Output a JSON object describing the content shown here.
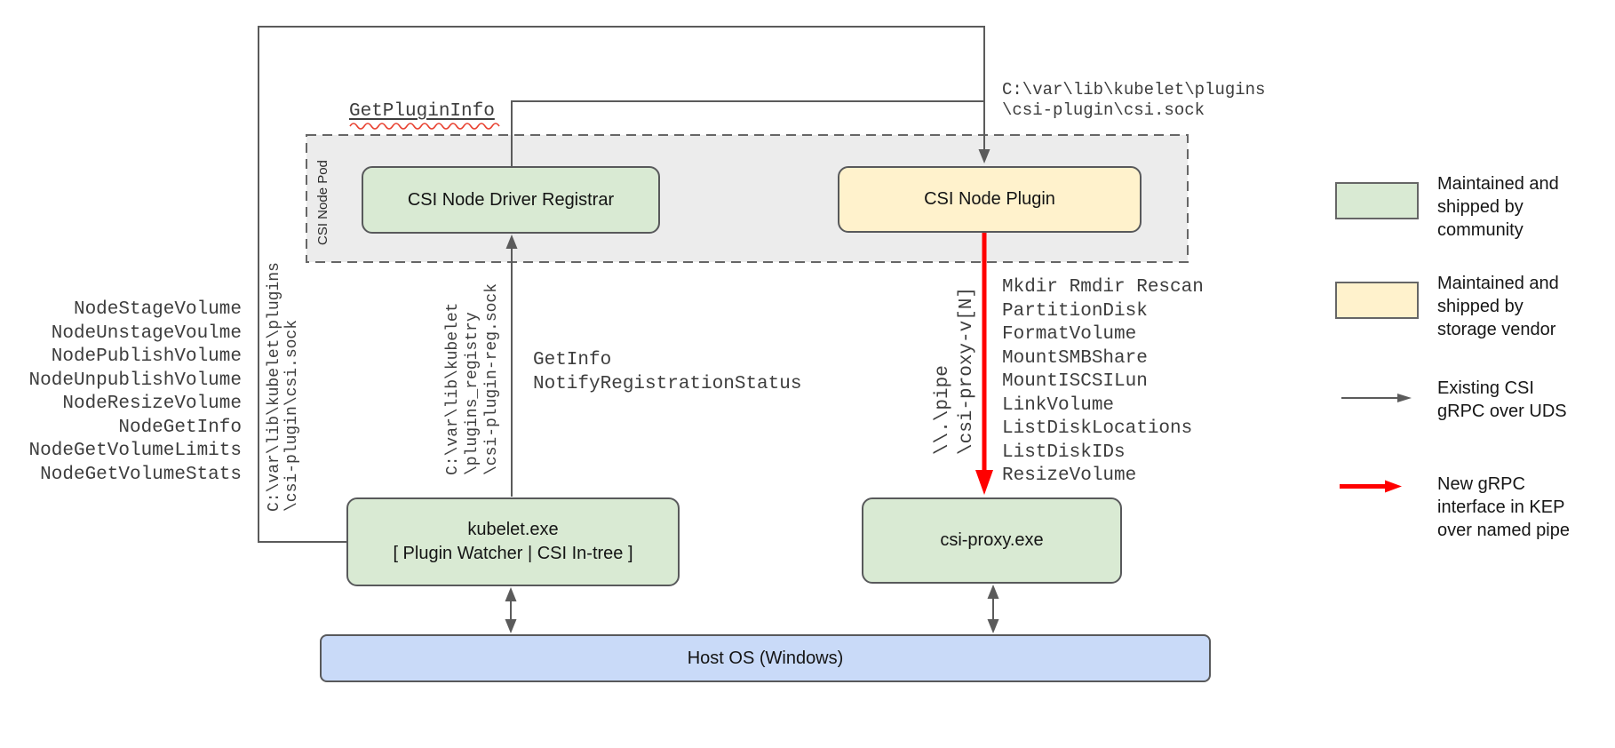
{
  "colors": {
    "community_green": "#d9ead3",
    "vendor_yellow": "#fff2cc",
    "host_blue": "#c9daf8",
    "pod_gray": "#ececec",
    "line_gray": "#5b5b5b",
    "new_grpc_red": "#ff0000",
    "squiggle_red": "#e8402f",
    "text_dark": "#3d3d3d"
  },
  "nodes": {
    "pod_label": "CSI Node Pod",
    "registrar_label": "CSI Node Driver Registrar",
    "plugin_label": "CSI Node Plugin",
    "kubelet_lines": [
      "kubelet.exe",
      "[ Plugin Watcher | CSI In-tree ]"
    ],
    "csi_proxy_label": "csi-proxy.exe",
    "host_os_label": "Host OS (Windows)"
  },
  "labels": {
    "get_plugin_info": "GetPluginInfo",
    "registration_methods": [
      "GetInfo",
      "NotifyRegistrationStatus"
    ],
    "csi_sock_path": [
      "C:\\var\\lib\\kubelet\\plugins",
      "\\csi-plugin\\csi.sock"
    ],
    "csi_sock_path_vertical": [
      "C:\\var\\lib\\kubelet\\plugins",
      "\\csi-plugin\\csi.sock"
    ],
    "reg_sock_path_vertical": [
      "C:\\var\\lib\\kubelet",
      "\\plugins_registry",
      "\\csi-plugin-reg.sock"
    ],
    "pipe_path_vertical": [
      "\\\\.\\pipe",
      "\\csi-proxy-v[N]"
    ]
  },
  "node_service_methods": [
    "NodeStageVolume",
    "NodeUnstageVoulme",
    "NodePublishVolume",
    "NodeUnpublishVolume",
    "NodeResizeVolume",
    "NodeGetInfo",
    "NodeGetVolumeLimits",
    "NodeGetVolumeStats"
  ],
  "proxy_api_methods": [
    "Mkdir Rmdir Rescan",
    "PartitionDisk",
    "FormatVolume",
    "MountSMBShare",
    "MountISCSILun",
    "LinkVolume",
    "ListDiskLocations",
    "ListDiskIDs",
    "ResizeVolume"
  ],
  "legend": {
    "community": "Maintained and shipped by community",
    "vendor": "Maintained and shipped by storage vendor",
    "uds_arrow": "Existing CSI gRPC over UDS",
    "pipe_arrow": "New gRPC interface in KEP over named pipe"
  }
}
